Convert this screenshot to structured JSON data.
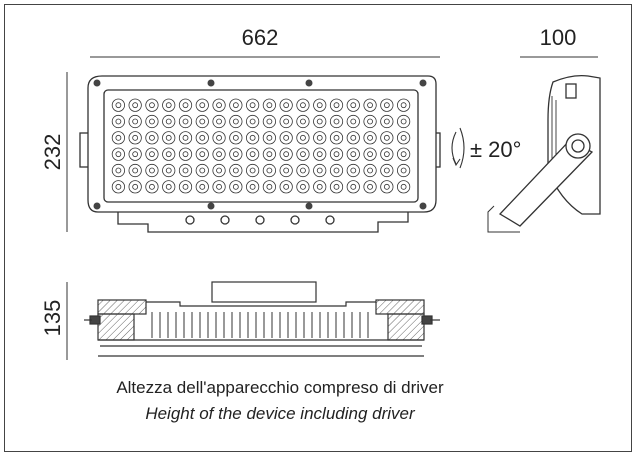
{
  "dimensions": {
    "width": "662",
    "depth": "100",
    "height": "232",
    "height_with_driver": "135",
    "tilt": "± 20°"
  },
  "caption": {
    "italian": "Altezza dell'apparecchio compreso di driver",
    "english": "Height of the device including driver"
  },
  "led_grid": {
    "columns": 18,
    "rows": 6
  }
}
